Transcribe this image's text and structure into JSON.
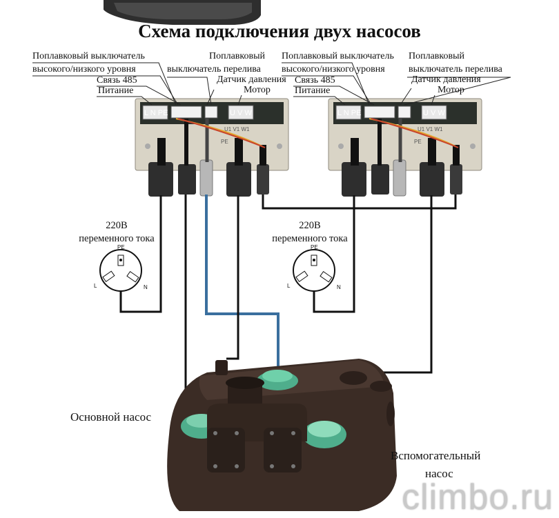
{
  "title": "Схема подключения двух насосов",
  "left_box_labels": {
    "float_hi_lo": "Поплавковый выключатель",
    "float_hi_lo_2": "высокого/низкого уровня",
    "rs485": "Связь 485",
    "power": "Питание",
    "overflow": "Поплавковый",
    "overflow_2": "выключатель перелива",
    "pressure": "Датчик давления",
    "motor": "Мотор"
  },
  "right_box_labels": {
    "float_hi_lo": "Поплавковый выключатель",
    "float_hi_lo_2": "высокого/низкого уровня",
    "rs485": "Связь 485",
    "power": "Питание",
    "overflow": "Поплавковый",
    "overflow_2": "выключатель перелива",
    "pressure": "Датчик давления",
    "motor": "Мотор"
  },
  "terminal_marks": {
    "lnpe": "L N PE",
    "uvw": "U V W",
    "u1v1w1": "U1 V1 W1",
    "pe": "PE"
  },
  "voltage_left": {
    "line1": "220В",
    "line2": "переменного тока"
  },
  "voltage_right": {
    "line1": "220В",
    "line2": "переменного тока"
  },
  "plug_marks": {
    "pe": "PE",
    "l": "L",
    "n": "N"
  },
  "pump_main": "Основной насос",
  "pump_aux_line1": "Вспомогательный",
  "pump_aux_line2": "насос",
  "watermark": "climbo.ru",
  "colors": {
    "wire_black": "#111111",
    "wire_blue": "#3a6f9e",
    "box_fill": "#d7d2c3",
    "pcb_fill": "#2a2f2a",
    "pump_body": "#3a2b24",
    "pump_green": "#4fae8c"
  }
}
